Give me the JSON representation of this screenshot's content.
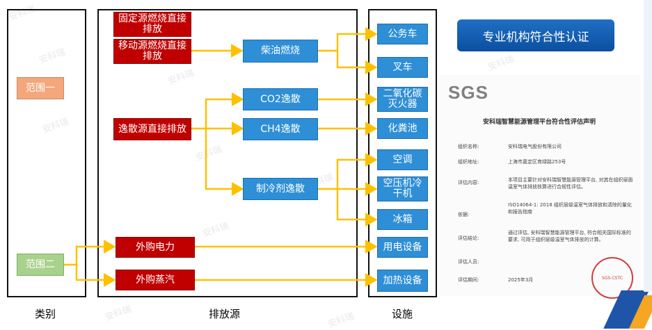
{
  "categories": {
    "scope1": "范围一",
    "scope2": "范围二",
    "footer": "类别"
  },
  "sources": {
    "fixed": "固定源燃烧直接排放",
    "mobile": "移动源燃烧直接排放",
    "fugitive": "逸散源直接排放",
    "power": "外购电力",
    "steam": "外购蒸汽",
    "footer": "排放源"
  },
  "mid": {
    "diesel": "柴油燃烧",
    "co2": "CO2逸散",
    "ch4": "CH4逸散",
    "refrigerant": "制冷剂逸散"
  },
  "facilities": {
    "official_car": "公务车",
    "forklift": "叉车",
    "extinguisher": "二氧化碳灭火器",
    "septic": "化粪池",
    "ac": "空调",
    "compressor": "空压机冷干机",
    "fridge": "冰箱",
    "electric": "用电设备",
    "heating": "加热设备",
    "footer": "设施"
  },
  "certification": {
    "banner": "专业机构符合性认证",
    "logo": "SGS",
    "title": "安科瑞智慧能源管理平台符合性评估声明",
    "rows": [
      {
        "k": "组织名称:",
        "v": "安科瑞电气股份有限公司"
      },
      {
        "k": "组织地址:",
        "v": "上海市嘉定区育绿路253号"
      },
      {
        "k": "评估内容:",
        "v": "本项目主要针对安科瑞智慧能源管理平台, 对其在组织层面温室气体排放核算进行合规性评估。"
      },
      {
        "k": "依据:",
        "v": "ISO14064-1: 2018 组织层级温室气体排放和清除的量化和报告指南"
      },
      {
        "k": "评估结论:",
        "v": "通过评估, 安科瑞智慧能源管理平台, 符合相关国际标准的要求, 可用于组织层级温室气体排放的计算。"
      },
      {
        "k": "评估人员:",
        "v": ""
      },
      {
        "k": "评估期间:",
        "v": "2025年3月"
      }
    ],
    "seal": "SGS-CSTC"
  },
  "watermark": "安科瑞",
  "colors": {
    "red": "#c00000",
    "blue": "#2e8fd6",
    "arrow": "#ffc000",
    "scope1": "#f4a77b",
    "scope2": "#a9d18e"
  }
}
